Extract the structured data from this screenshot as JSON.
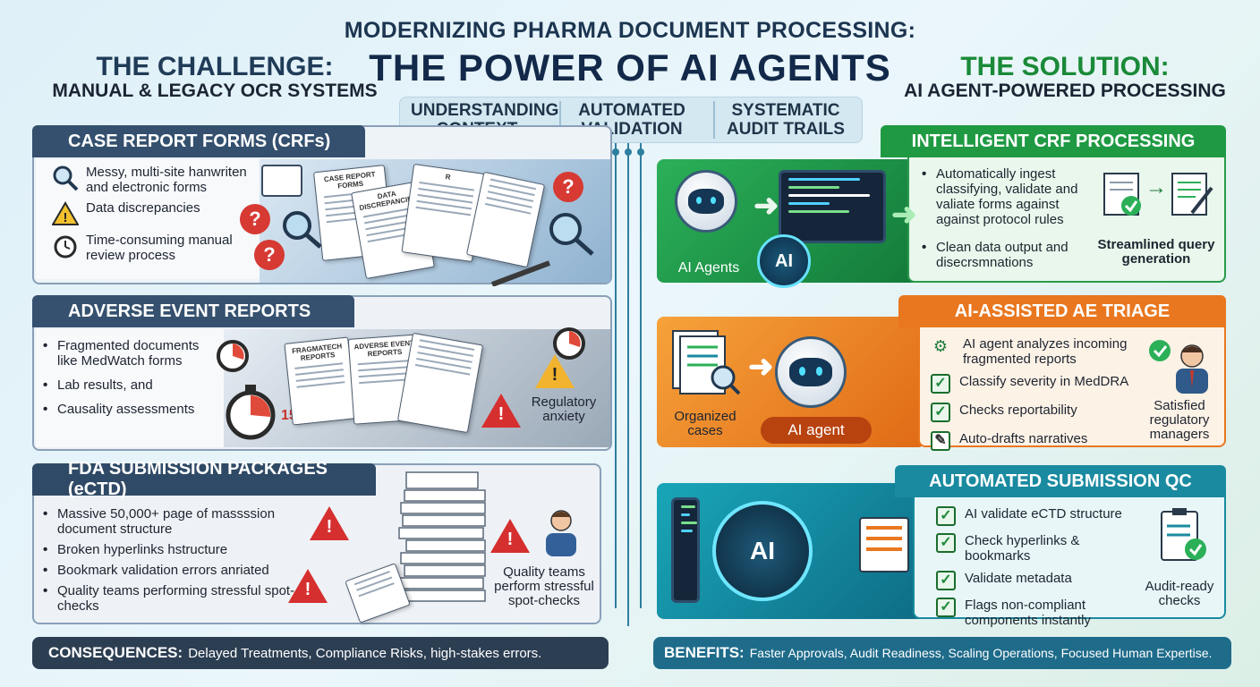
{
  "header": {
    "title": "MODERNIZING PHARMA DOCUMENT PROCESSING:",
    "subtitle": "THE POWER OF AI AGENTS"
  },
  "left_column": {
    "heading": "THE CHALLENGE:",
    "subheading": "MANUAL & LEGACY OCR SYSTEMS"
  },
  "right_column": {
    "heading": "THE SOLUTION:",
    "subheading": "AI AGENT-POWERED PROCESSING"
  },
  "pillars": [
    "UNDERSTANDING CONTEXT",
    "AUTOMATED VALIDATION",
    "SYSTEMATIC AUDIT TRAILS"
  ],
  "challenges": {
    "crf": {
      "title": "CASE REPORT FORMS (CRFs)",
      "items": [
        {
          "icon": "magnifier-icon",
          "text": "Messy, multi-site hanwriten and electronic forms"
        },
        {
          "icon": "warning-icon",
          "text": "Data discrepancies"
        },
        {
          "icon": "alarm-clock-icon",
          "text": "Time-consuming manual review process"
        }
      ],
      "doc_labels": [
        "CASE REPORT FORMS",
        "DATA DISCREPANCIES",
        "R"
      ]
    },
    "ae": {
      "title": "ADVERSE EVENT REPORTS",
      "items": [
        "Fragmented documents like MedWatch forms",
        "Lab results, and",
        "Causality assessments"
      ],
      "timer_label": "15g",
      "doc_labels": [
        "FRAGMATECH REPORTS",
        "ADVERSE EVENT REPORTS"
      ],
      "caption": "Regulatory anxiety"
    },
    "fda": {
      "title": "FDA SUBMISSION PACKAGES (eCTD)",
      "items": [
        "Massive  50,000+ page of massssion document structure",
        "Broken hyperlinks hstructure",
        "Bookmark validation errors anriated",
        "Quality teams performing stressful spot-checks"
      ],
      "caption": "Quality teams perform stressful spot-checks"
    }
  },
  "solutions": {
    "crf": {
      "title": "INTELLIGENT CRF PROCESSING",
      "items": [
        "Automatically ingest classifying, validate and valiate forms against against protocol rules",
        "Clean data output and disecrsmnations"
      ],
      "robot_label": "AI Agents",
      "chip_label": "AI",
      "caption": "Streamlined query generation"
    },
    "ae": {
      "title": "AI-ASSISTED AE TRIAGE",
      "items": [
        {
          "icon": "gear-icon",
          "text": "AI agent analyzes incoming fragmented reports"
        },
        {
          "icon": "checkbox-icon",
          "text": "Classify severity in MedDRA"
        },
        {
          "icon": "checkbox-icon",
          "text": "Checks reportability"
        },
        {
          "icon": "pencil-doc-icon",
          "text": "Auto-drafts narratives"
        }
      ],
      "cases_label": "Organized cases",
      "robot_label": "AI agent",
      "caption": "Satisfied regulatory managers"
    },
    "qc": {
      "title": "AUTOMATED SUBMISSION QC",
      "items": [
        "AI validate eCTD structure",
        "Check hyperlinks & bookmarks",
        "Validate metadata",
        "Flags non-compliant components instantly"
      ],
      "robot_label": "AI",
      "caption": "Audit-ready checks"
    }
  },
  "footer": {
    "consequences_label": "CONSEQUENCES:",
    "consequences_text": "Delayed Treatments, Compliance Risks, high-stakes errors.",
    "benefits_label": "BENEFITS:",
    "benefits_text": "Faster Approvals, Audit Readiness, Scaling Operations, Focused Human Expertise."
  },
  "colors": {
    "navy": "#2d4a6a",
    "green": "#1f9a43",
    "orange": "#e9771f",
    "teal": "#1a8aa0",
    "red": "#d62f2f"
  }
}
